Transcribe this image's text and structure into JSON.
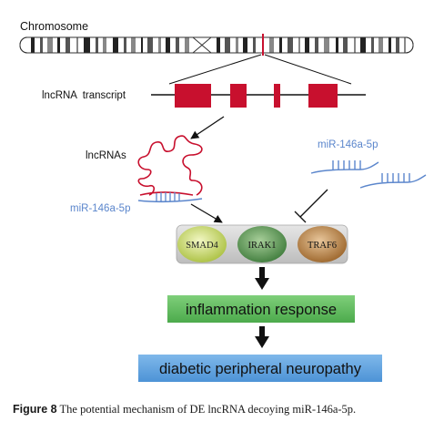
{
  "diagram": {
    "chromosome_label": "Chromosome",
    "transcript_label": "lncRNA  transcript",
    "lncrnas_label": "lncRNAs",
    "mirna_label_left": "miR-146a-5p",
    "mirna_label_right": "miR-146a-5p",
    "proteins": [
      "SMAD4",
      "IRAK1",
      "TRAF6"
    ],
    "inflammation_label": "inflammation response",
    "neuropathy_label": "diabetic peripheral neuropathy"
  },
  "caption": {
    "label": "Figure 8",
    "text": "The potential mechanism of DE lncRNA decoying miR-146a-5p."
  },
  "colors": {
    "exon_red": "#c8102e",
    "mirna_blue": "#5b86cc",
    "inflammation_green": "#5cb85c",
    "neuropathy_blue": "#5aa0dc",
    "smad4": "#c9d86a",
    "irak1": "#4e8a4a",
    "traf6": "#b07a3a"
  }
}
